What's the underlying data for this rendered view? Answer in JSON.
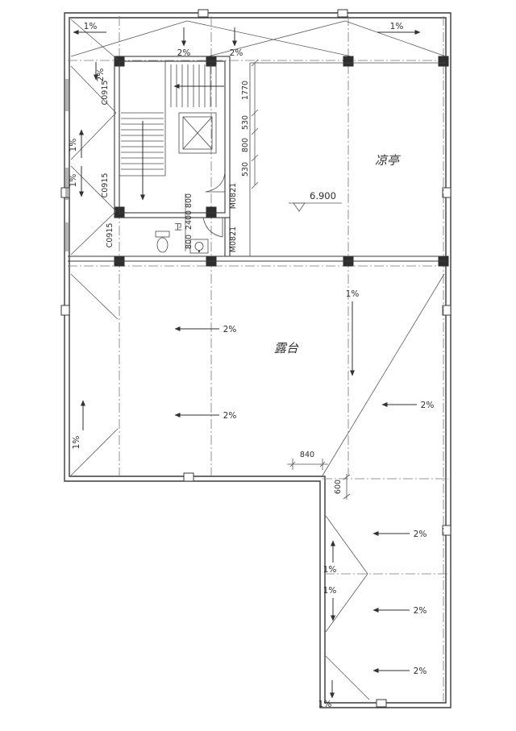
{
  "rooms": {
    "pavilion": "凉亭",
    "terrace": "露台",
    "wc": "卫"
  },
  "elevation": {
    "value": "6.900"
  },
  "slopes": {
    "one": "1%",
    "two": "2%"
  },
  "openings": {
    "window": "C0915",
    "door": "M0821"
  },
  "dims": {
    "d1770": "1770",
    "d530": "530",
    "d800": "800",
    "d2400": "2400",
    "d840": "840",
    "d600": "600"
  }
}
